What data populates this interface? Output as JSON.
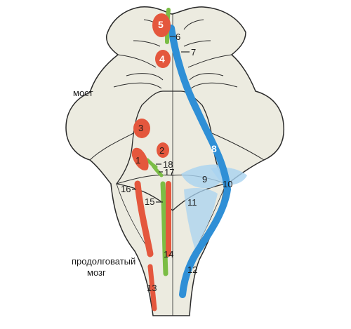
{
  "labels": {
    "pons": "мост",
    "medulla_line1": "продолговатый",
    "medulla_line2": "мозг"
  },
  "numbers": {
    "n1": "1",
    "n2": "2",
    "n3": "3",
    "n4": "4",
    "n5": "5",
    "n6": "6",
    "n7": "7",
    "n8": "8",
    "n9": "9",
    "n10": "10",
    "n11": "11",
    "n12": "12",
    "n13": "13",
    "n14": "14",
    "n15": "15",
    "n16": "16",
    "n17": "17",
    "n18": "18"
  },
  "colors": {
    "tissue": "#ecebe0",
    "outline": "#2a2a2a",
    "motor_nuclei": "#e4573d",
    "sensory_tract": "#2f8fd6",
    "sensory_light": "#a9d3f0",
    "autonomic_nuclei": "#7bbd45"
  }
}
